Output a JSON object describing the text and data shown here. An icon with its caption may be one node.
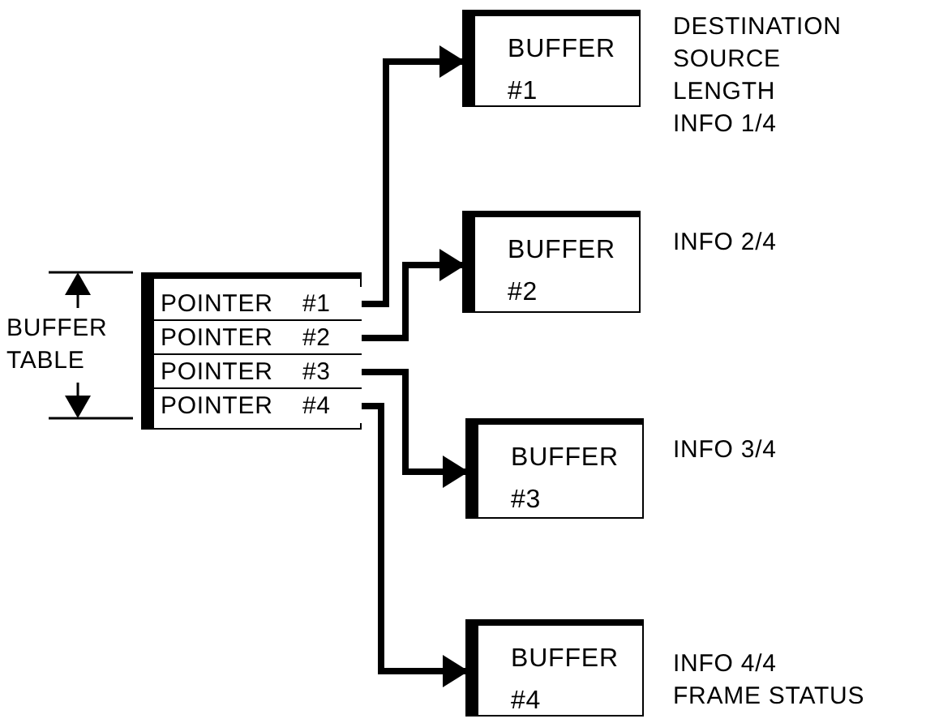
{
  "diagram": {
    "nodes": [
      {
        "text": [],
        "shape": "box",
        "beside": [
          "BUFFER TABLE"
        ]
      },
      {
        "text": [
          "POINTER #1"
        ],
        "in": 0
      },
      {
        "text": [
          "POINTER #2"
        ],
        "in": 0
      },
      {
        "text": [
          "POINTER #3"
        ],
        "in": 0
      },
      {
        "text": [
          "POINTER #4"
        ],
        "in": 0
      },
      {
        "text": [
          "BUFFER #1"
        ],
        "beside": [
          "DESTINATION",
          "SOURCE",
          "LENGTH",
          "INFO 1/4"
        ]
      },
      {
        "text": [
          "BUFFER #2"
        ],
        "beside": [
          "INFO 2/4"
        ]
      },
      {
        "text": [
          "BUFFER #3"
        ],
        "beside": [
          "INFO 3/4"
        ]
      },
      {
        "text": [
          "BUFFER #4"
        ],
        "beside": [
          "INFO 4/4",
          "FRAME STATUS"
        ]
      }
    ],
    "edges": [
      {
        "from": 1,
        "to": 5,
        "arrow": "to"
      },
      {
        "from": 2,
        "to": 6,
        "arrow": "to"
      },
      {
        "from": 3,
        "to": 7,
        "arrow": "to"
      },
      {
        "from": 4,
        "to": 8,
        "arrow": "to"
      }
    ]
  }
}
